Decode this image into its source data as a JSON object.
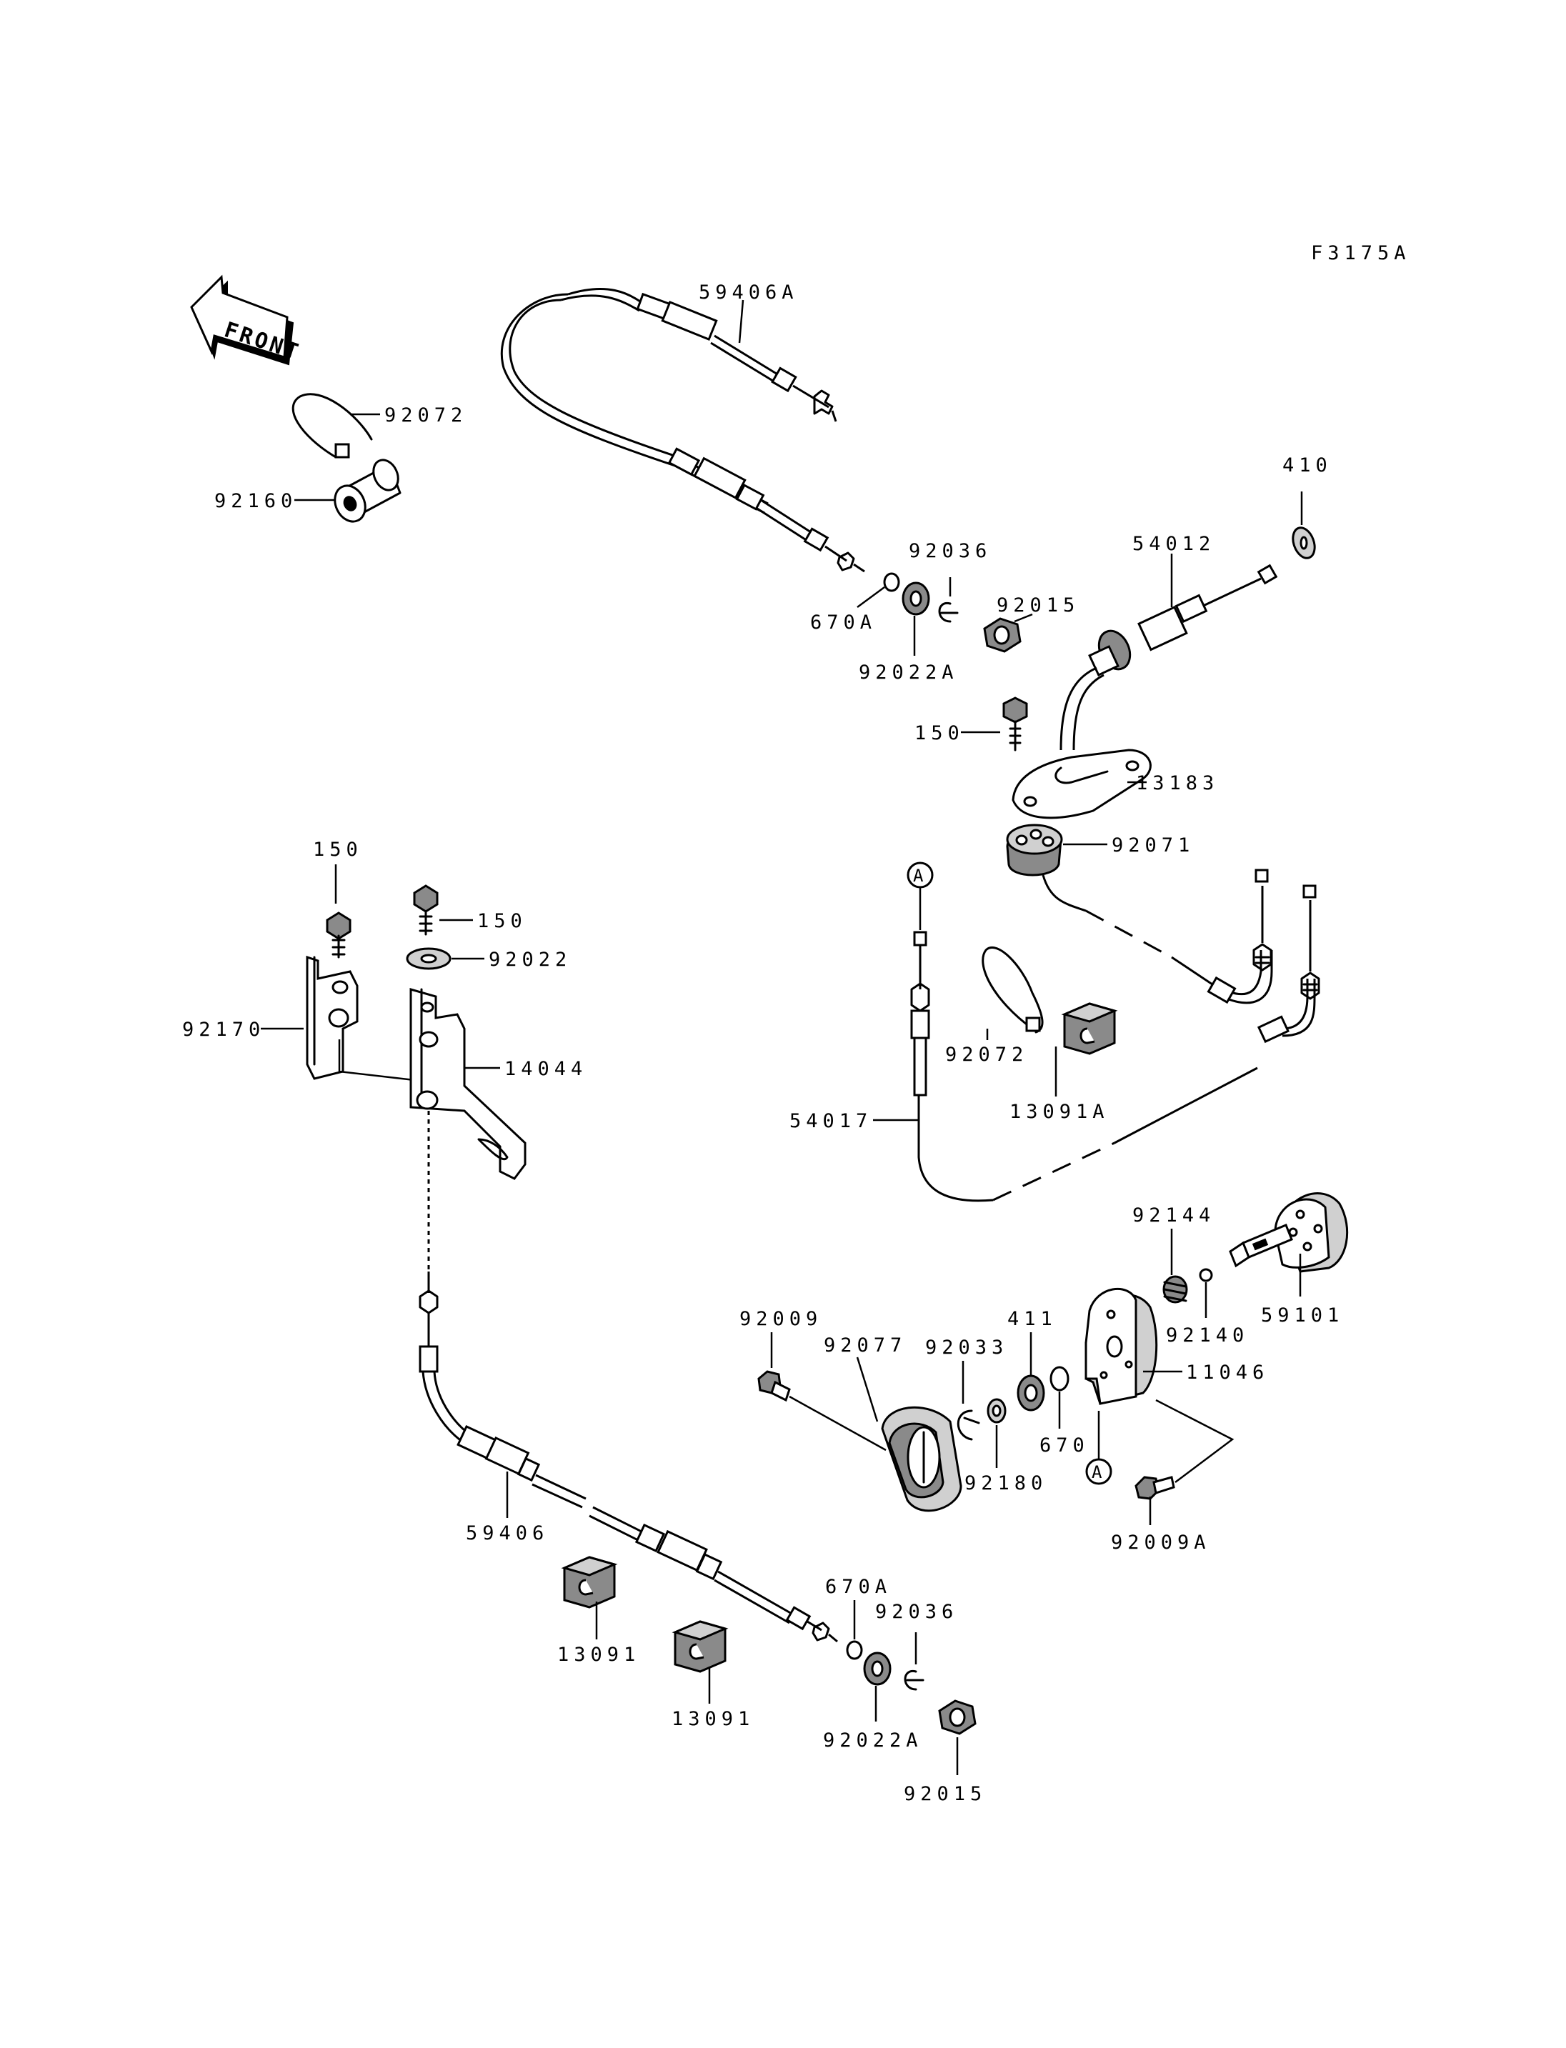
{
  "figure_code": "F3175A",
  "front_label": "FRONT",
  "callouts": {
    "p59406A": "59406A",
    "p92072a": "92072",
    "p92160": "92160",
    "p670Aa": "670A",
    "p92036a": "92036",
    "p92022Aa": "92022A",
    "p92015a": "92015",
    "p410": "410",
    "p54012": "54012",
    "p150a": "150",
    "p13183": "13183",
    "p92071": "92071",
    "p150b": "150",
    "p150c": "150",
    "p92022": "92022",
    "p92170": "92170",
    "p14044": "14044",
    "refA1": "A",
    "p92072b": "92072",
    "p13091A": "13091A",
    "p54017": "54017",
    "p92144": "92144",
    "p92140": "92140",
    "p59101": "59101",
    "p411": "411",
    "p11046": "11046",
    "p670": "670",
    "p92009": "92009",
    "p92077": "92077",
    "p92033": "92033",
    "p92180": "92180",
    "refA2": "A",
    "p92009A": "92009A",
    "p59406": "59406",
    "p13091a": "13091",
    "p13091b": "13091",
    "p670Ab": "670A",
    "p92036b": "92036",
    "p92022Ab": "92022A",
    "p92015b": "92015"
  }
}
